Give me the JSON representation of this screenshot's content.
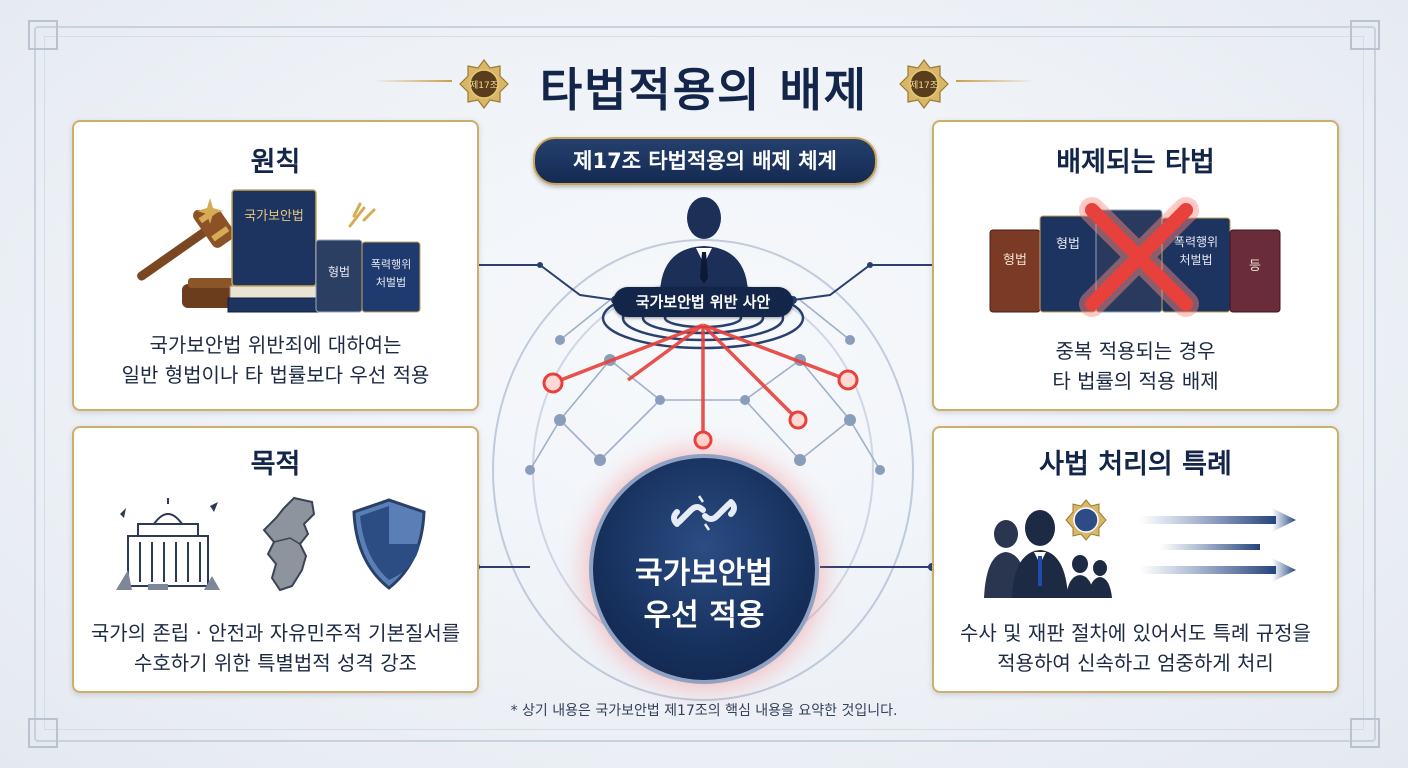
{
  "title": "타법적용의 배제",
  "subtitle": "제17조 타법적용의 배제 체계",
  "emblem_text": "제17조",
  "center": {
    "person_label": "국가보안법 위반 사안",
    "circle_line1": "국가보안법",
    "circle_line2": "우선 적용"
  },
  "cards": {
    "principle": {
      "title": "원칙",
      "books": [
        "국가보안법",
        "형법",
        "폭력행위",
        "처벌법"
      ],
      "text_line1": "국가보안법 위반죄에 대하여는",
      "text_line2": "일반 형법이나 타 법률보다 우선 적용"
    },
    "purpose": {
      "title": "목적",
      "text_line1": "국가의 존립 · 안전과 자유민주적 기본질서를",
      "text_line2": "수호하기 위한 특별법적 성격 강조"
    },
    "excluded": {
      "title": "배제되는 타법",
      "books": [
        "형법",
        "형법",
        "폭력행위",
        "처벌법",
        "등"
      ],
      "text_line1": "중복 적용되는 경우",
      "text_line2": "타 법률의 적용 배제"
    },
    "judicial": {
      "title": "사법 처리의 특례",
      "text_line1": "수사 및 재판 절차에 있어서도 특례 규정을",
      "text_line2": "적용하여 신속하고 엄중하게 처리"
    }
  },
  "footnote": "* 상기 내용은 국가보안법 제17조의 핵심 내용을 요약한 것입니다.",
  "colors": {
    "navy": "#14254a",
    "gold": "#cfae6a",
    "red_glow": "#e8403a",
    "background": "#eef2f7"
  },
  "icons": [
    "gavel-icon",
    "sparkle-icon",
    "capitol-building-icon",
    "korea-map-icon",
    "shield-icon",
    "broken-chain-icon",
    "red-x-icon",
    "people-group-icon",
    "seal-badge-icon",
    "speed-arrows-icon",
    "person-silhouette-icon"
  ]
}
